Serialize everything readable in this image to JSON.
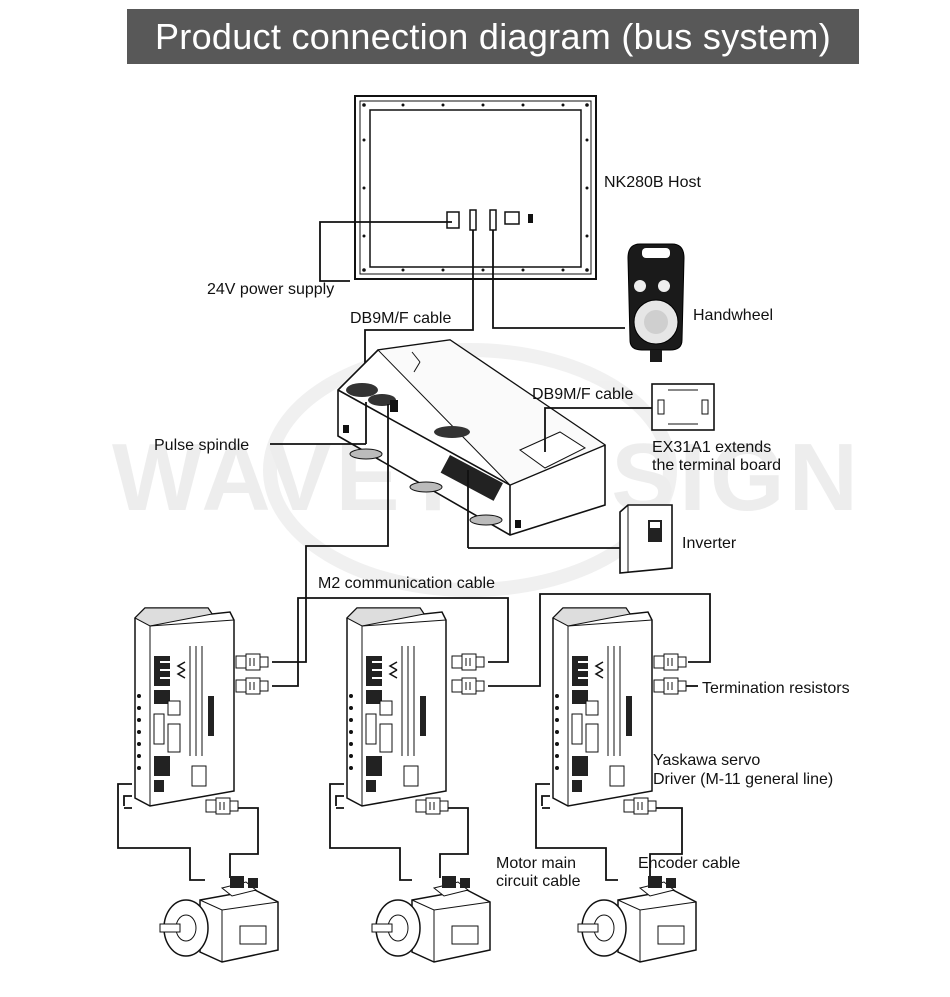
{
  "title": "Product connection diagram (bus system)",
  "watermark": "WAVETOPSIGN",
  "labels": {
    "host": "NK280B Host",
    "power": "24V power supply",
    "db9_top": "DB9M/F cable",
    "handwheel": "Handwheel",
    "db9_right": "DB9M/F cable",
    "ex31_line1": "EX31A1 extends",
    "ex31_line2": "the terminal board",
    "pulse_spindle": "Pulse spindle",
    "inverter": "Inverter",
    "m2_cable": "M2 communication cable",
    "termination": "Termination resistors",
    "yaskawa_line1": "Yaskawa servo",
    "yaskawa_line2": "Driver (M-11 general line)",
    "motor_line1": "Motor main",
    "motor_line2": "circuit cable",
    "encoder": "Encoder cable"
  },
  "colors": {
    "title_bg": "#585858",
    "title_text": "#ffffff",
    "line": "#111111",
    "watermark": "#ececec"
  }
}
